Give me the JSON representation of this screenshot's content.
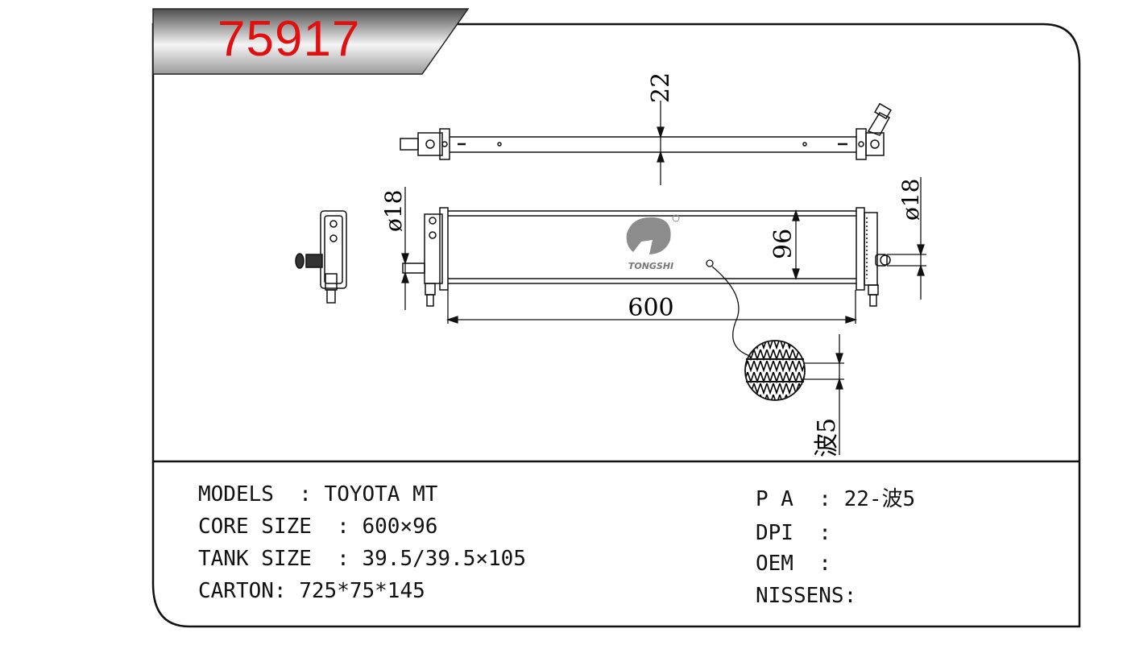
{
  "header": {
    "part_number": "75917"
  },
  "drawing": {
    "dim_top": "22",
    "dim_left_dia": "ø18",
    "dim_right_dia": "ø18",
    "dim_height": "96",
    "dim_length": "600",
    "dim_wave": "波5",
    "logo_text": "TONGSHI",
    "logo_mark": "®"
  },
  "specs_left": [
    {
      "label": "MODELS  :",
      "value": " TOYOTA MT"
    },
    {
      "label": "CORE SIZE  :",
      "value": " 600×96"
    },
    {
      "label": "TANK SIZE  :",
      "value": " 39.5/39.5×105"
    },
    {
      "label": "CARTON:",
      "value": " 725*75*145"
    }
  ],
  "specs_right": [
    {
      "label": "P A  :",
      "value": " 22-波5"
    },
    {
      "label": "DPI  :",
      "value": ""
    },
    {
      "label": "OEM  :",
      "value": ""
    },
    {
      "label": "NISSENS:",
      "value": ""
    }
  ],
  "colors": {
    "part_number": "#e01010",
    "line": "#111111",
    "banner_dark": "#5a5a5a",
    "banner_light": "#f4f4f4"
  }
}
